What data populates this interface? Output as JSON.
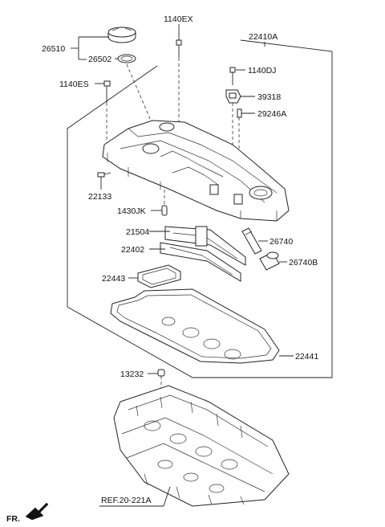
{
  "labels": {
    "l26510": "26510",
    "l1140ex": "1140EX",
    "l22410a": "22410A",
    "l26502": "26502",
    "l1140dj": "1140DJ",
    "l1140es": "1140ES",
    "l39318": "39318",
    "l29246a": "29246A",
    "l22133": "22133",
    "l1430jk": "1430JK",
    "l21504": "21504",
    "l26740": "26740",
    "l22402": "22402",
    "l26740b": "26740B",
    "l22443": "22443",
    "l22441": "22441",
    "l13232": "13232",
    "ref": "REF.20-221A",
    "fr": "FR."
  }
}
